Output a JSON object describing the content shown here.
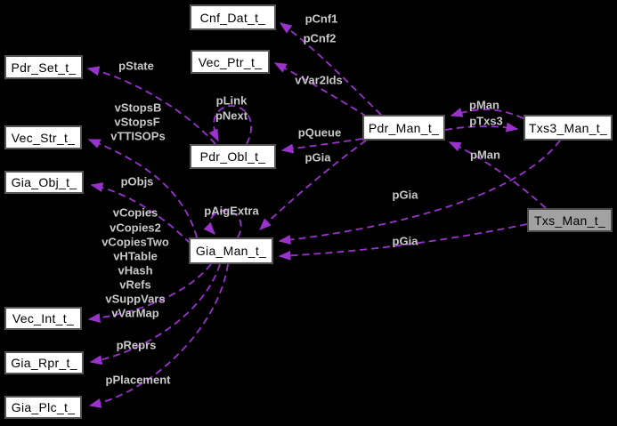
{
  "diagram": {
    "kind": "collaboration-graph",
    "focus_node": "Txs_Man_t_",
    "colors": {
      "background": "#000000",
      "edge": "#9a32cc",
      "edge_label_text": "#c9c9c9",
      "node_fill": "#ffffff",
      "node_border": "#545454",
      "node_text": "#000000",
      "focus_node_fill": "#a2a2a2"
    },
    "nodes": {
      "cnf_dat": {
        "label": "Cnf_Dat_t_"
      },
      "vec_ptr": {
        "label": "Vec_Ptr_t_"
      },
      "pdr_set": {
        "label": "Pdr_Set_t_"
      },
      "vec_str": {
        "label": "Vec_Str_t_"
      },
      "gia_obj": {
        "label": "Gia_Obj_t_"
      },
      "pdr_obl": {
        "label": "Pdr_Obl_t_"
      },
      "pdr_man": {
        "label": "Pdr_Man_t_"
      },
      "txs3_man": {
        "label": "Txs3_Man_t_"
      },
      "txs_man": {
        "label": "Txs_Man_t_"
      },
      "gia_man": {
        "label": "Gia_Man_t_"
      },
      "vec_int": {
        "label": "Vec_Int_t_"
      },
      "gia_rpr": {
        "label": "Gia_Rpr_t_"
      },
      "gia_plc": {
        "label": "Gia_Plc_t_"
      }
    },
    "edge_labels": {
      "pcnf": [
        "pCnf1",
        "pCnf2"
      ],
      "vvar2ids": "vVar2Ids",
      "pstate": "pState",
      "plink_pnext": [
        "pLink",
        "pNext"
      ],
      "pqueue": "pQueue",
      "pgia_pdr": "pGia",
      "pman_txs3": "pMan",
      "ptxs3": "pTxs3",
      "pman_txs": "pMan",
      "pgia_txs3": "pGia",
      "pgia_txs": "pGia",
      "paigextra": "pAigExtra",
      "vstops": [
        "vStopsB",
        "vStopsF",
        "vTTISOPs"
      ],
      "pobjs": "pObjs",
      "vcopies": [
        "vCopies",
        "vCopies2",
        "vCopiesTwo",
        "vHTable",
        "vHash",
        "vRefs",
        "vSuppVars",
        "vVarMap"
      ],
      "preprs": "pReprs",
      "pplacement": "pPlacement"
    },
    "edges": [
      {
        "from": "Pdr_Man_t_",
        "to": "Cnf_Dat_t_",
        "labels": [
          "pCnf1",
          "pCnf2"
        ]
      },
      {
        "from": "Pdr_Man_t_",
        "to": "Vec_Ptr_t_",
        "labels": [
          "vVar2Ids"
        ]
      },
      {
        "from": "Pdr_Obl_t_",
        "to": "Pdr_Set_t_",
        "labels": [
          "pState"
        ]
      },
      {
        "from": "Pdr_Obl_t_",
        "to": "Pdr_Obl_t_",
        "labels": [
          "pLink",
          "pNext"
        ]
      },
      {
        "from": "Pdr_Man_t_",
        "to": "Pdr_Obl_t_",
        "labels": [
          "pQueue"
        ]
      },
      {
        "from": "Pdr_Man_t_",
        "to": "Gia_Man_t_",
        "labels": [
          "pGia"
        ]
      },
      {
        "from": "Txs3_Man_t_",
        "to": "Pdr_Man_t_",
        "labels": [
          "pMan"
        ]
      },
      {
        "from": "Pdr_Man_t_",
        "to": "Txs3_Man_t_",
        "labels": [
          "pTxs3"
        ]
      },
      {
        "from": "Txs_Man_t_",
        "to": "Pdr_Man_t_",
        "labels": [
          "pMan"
        ]
      },
      {
        "from": "Txs3_Man_t_",
        "to": "Gia_Man_t_",
        "labels": [
          "pGia"
        ]
      },
      {
        "from": "Txs_Man_t_",
        "to": "Gia_Man_t_",
        "labels": [
          "pGia"
        ]
      },
      {
        "from": "Gia_Man_t_",
        "to": "Gia_Man_t_",
        "labels": [
          "pAigExtra"
        ]
      },
      {
        "from": "Gia_Man_t_",
        "to": "Vec_Str_t_",
        "labels": [
          "vStopsB",
          "vStopsF",
          "vTTISOPs"
        ]
      },
      {
        "from": "Gia_Man_t_",
        "to": "Gia_Obj_t_",
        "labels": [
          "pObjs"
        ]
      },
      {
        "from": "Gia_Man_t_",
        "to": "Vec_Int_t_",
        "labels": [
          "vCopies",
          "vCopies2",
          "vCopiesTwo",
          "vHTable",
          "vHash",
          "vRefs",
          "vSuppVars",
          "vVarMap"
        ]
      },
      {
        "from": "Gia_Man_t_",
        "to": "Gia_Rpr_t_",
        "labels": [
          "pReprs"
        ]
      },
      {
        "from": "Gia_Man_t_",
        "to": "Gia_Plc_t_",
        "labels": [
          "pPlacement"
        ]
      }
    ]
  }
}
